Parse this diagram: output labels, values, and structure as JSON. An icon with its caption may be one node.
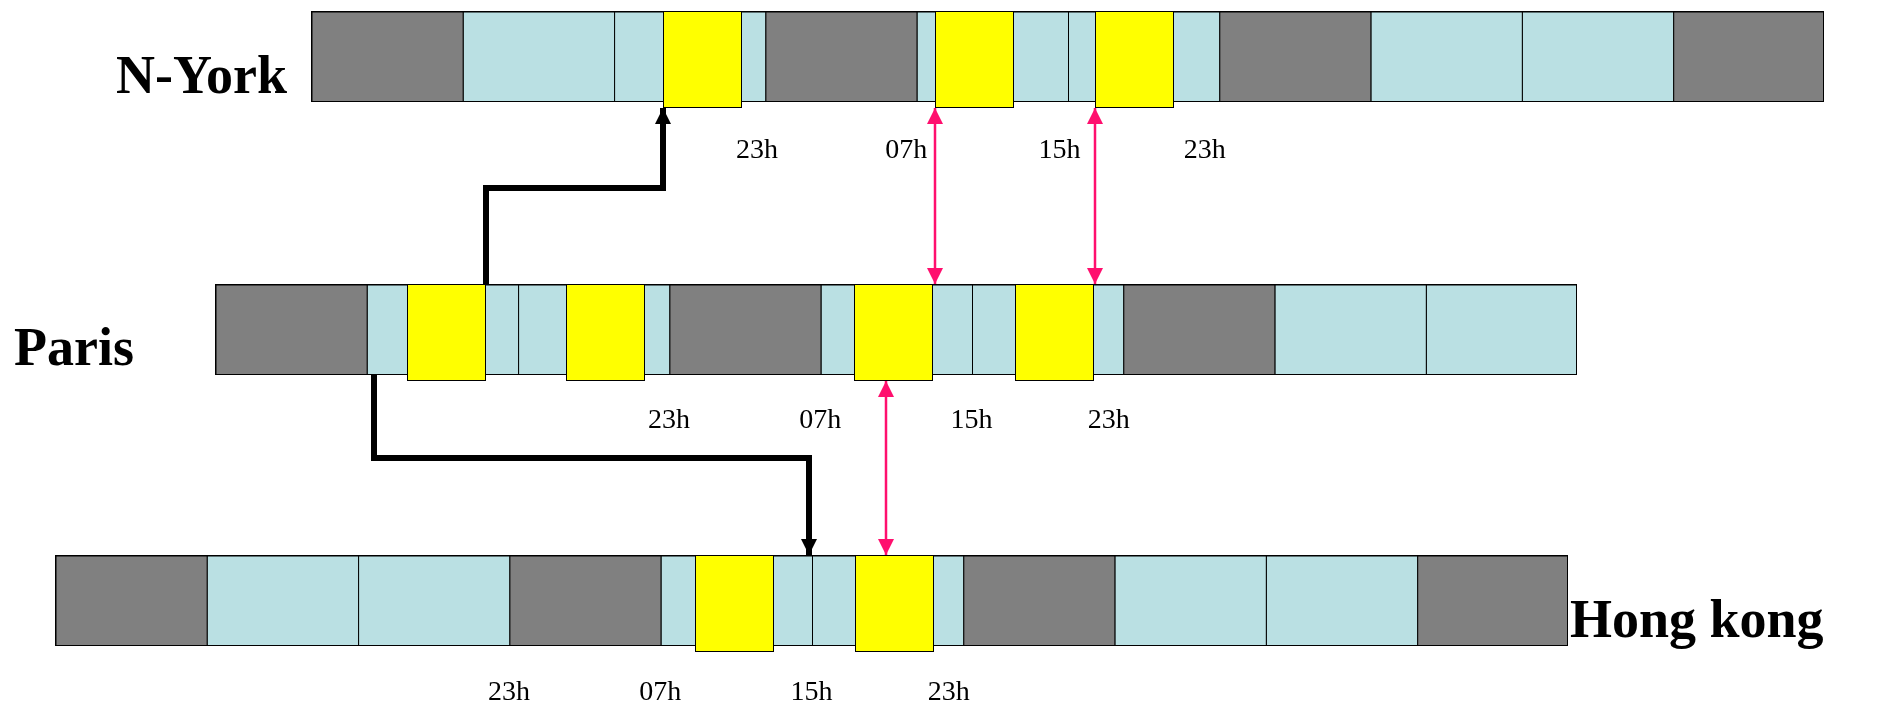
{
  "diagram": {
    "nodes": [
      {
        "text": [
          "N-York"
        ],
        "beside": [
          "23h",
          "07h",
          "15h",
          "23h"
        ]
      },
      {
        "text": [],
        "shape": "box",
        "in": 0
      },
      {
        "text": [],
        "shape": "box",
        "in": 0
      },
      {
        "text": [],
        "shape": "box",
        "in": 0
      },
      {
        "text": [
          "Paris"
        ],
        "beside": [
          "23h",
          "07h",
          "15h",
          "23h"
        ]
      },
      {
        "text": [],
        "shape": "box",
        "in": 4
      },
      {
        "text": [],
        "shape": "box",
        "in": 4
      },
      {
        "text": [],
        "shape": "box",
        "in": 4
      },
      {
        "text": [],
        "shape": "box",
        "in": 4
      },
      {
        "text": [
          "Hong kong"
        ],
        "beside": [
          "23h",
          "07h",
          "15h",
          "23h"
        ]
      },
      {
        "text": [],
        "shape": "box",
        "in": 9
      },
      {
        "text": [],
        "shape": "box",
        "in": 9
      }
    ],
    "edges": [
      {
        "from": 5,
        "to": 1,
        "arrow": "to",
        "style": "thick",
        "color": "#000000"
      },
      {
        "from": 4,
        "to": 9,
        "arrow": "to",
        "style": "thick",
        "color": "#000000"
      },
      {
        "from": 2,
        "to": 7,
        "arrow": "both"
      },
      {
        "from": 3,
        "to": 8,
        "arrow": "both"
      },
      {
        "from": 7,
        "to": 11,
        "arrow": "both"
      }
    ]
  }
}
